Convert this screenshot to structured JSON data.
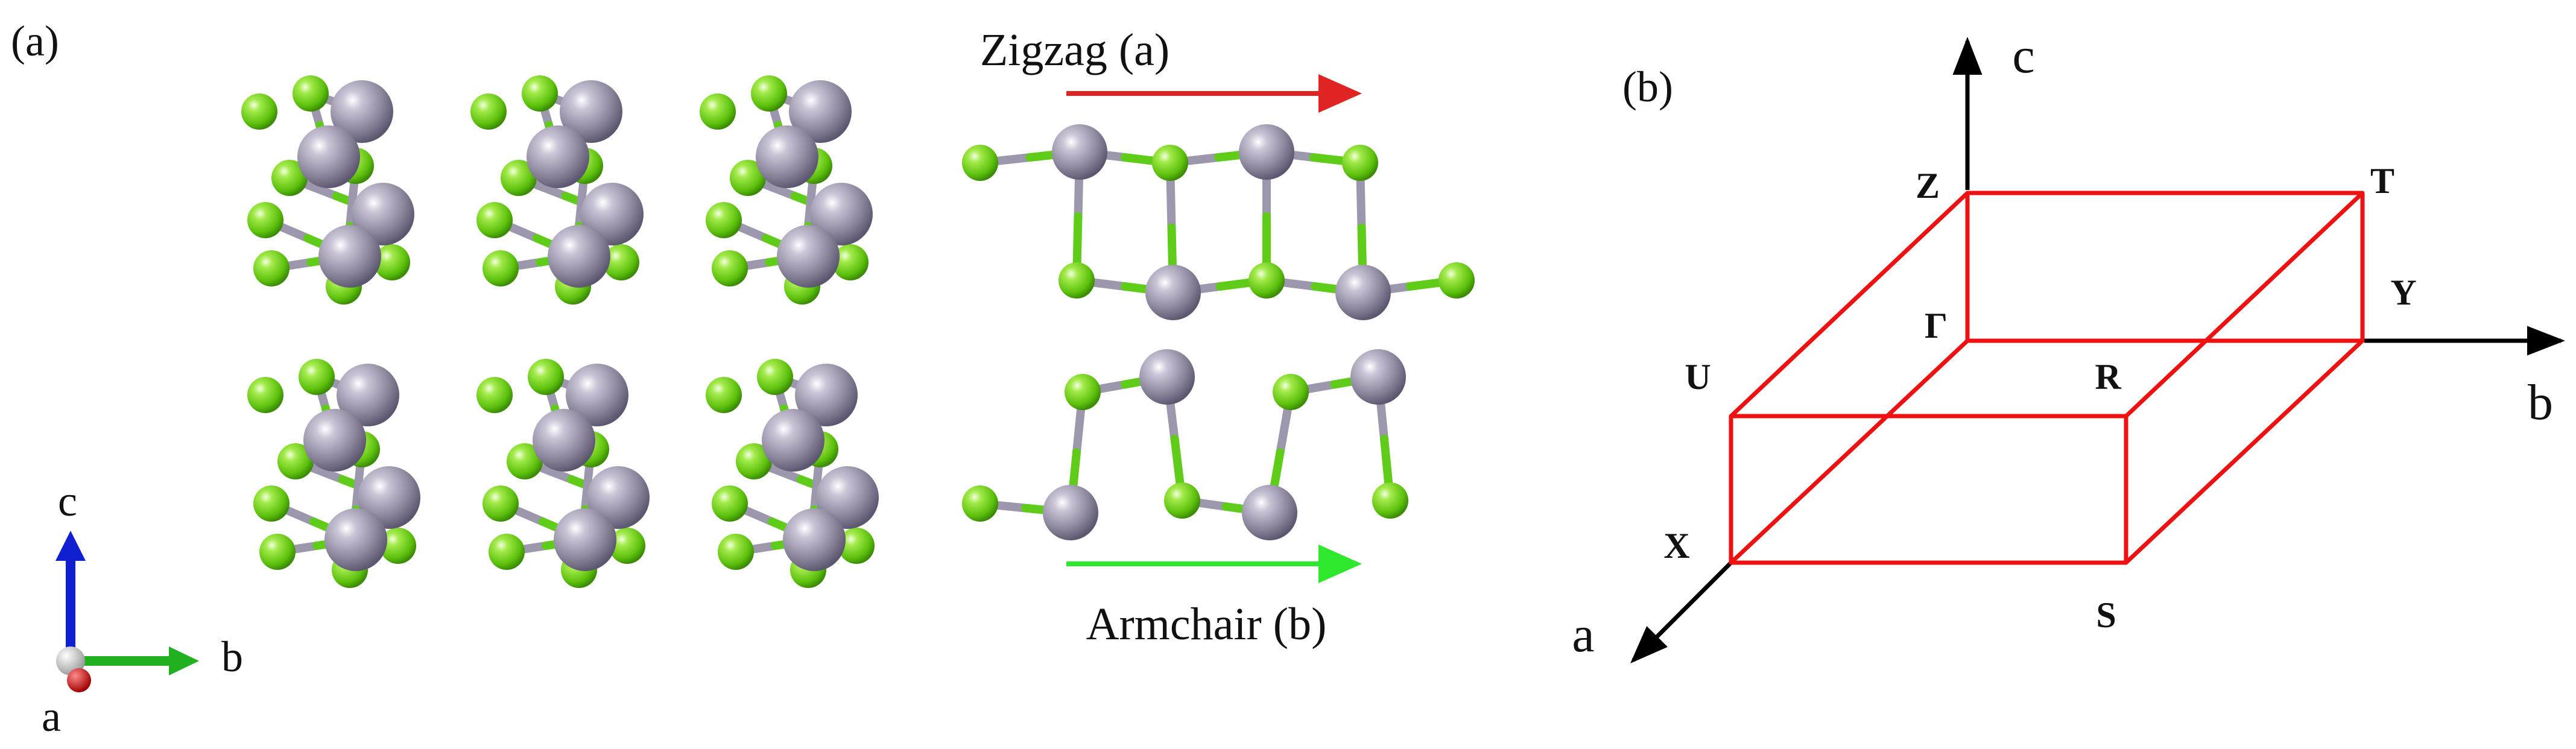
{
  "panel_a": {
    "label": "(a)",
    "zigzag_label": "Zigzag (a)",
    "armchair_label": "Armchair (b)",
    "axes": {
      "c": "c",
      "b": "b",
      "a": "a"
    }
  },
  "panel_b": {
    "label": "(b)",
    "axes": {
      "c": "c",
      "b": "b",
      "a": "a"
    },
    "points": {
      "Z": "Z",
      "T": "T",
      "Y": "Y",
      "G": "Γ",
      "U": "U",
      "R": "R",
      "X": "X",
      "S": "S"
    }
  },
  "colors": {
    "zigzag_arrow": "#e02424",
    "armchair_arrow": "#2ee82e",
    "metal_atom": "#8e889e",
    "chalcogen_atom": "#66cc11",
    "bond_metal": "#9d97ad",
    "bond_chalcogen": "#5fcc1a",
    "bz_edges": "#ee1111",
    "axis_c": "#1020d0",
    "axis_b": "#20b020",
    "axis_a": "#cc0000"
  }
}
